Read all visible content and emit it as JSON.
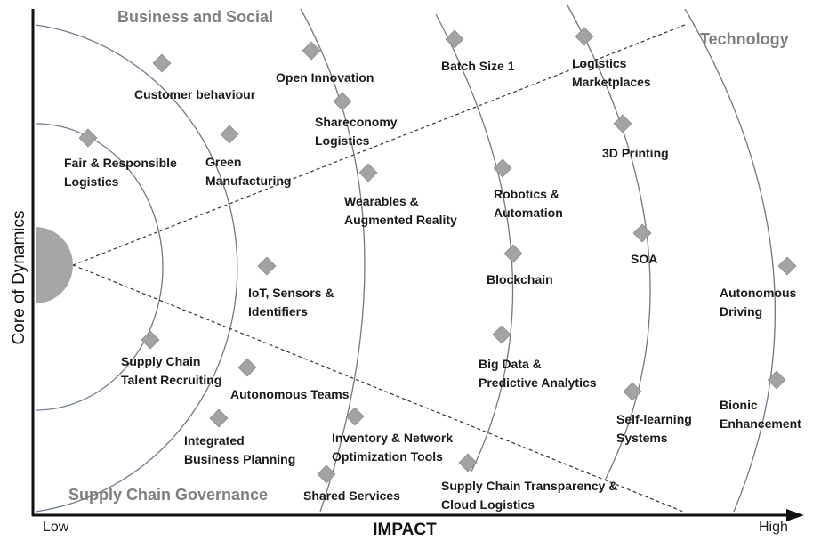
{
  "sectors": {
    "business_social": "Business and Social",
    "technology": "Technology",
    "supply_chain_governance": "Supply Chain Governance"
  },
  "axes": {
    "x_title": "IMPACT",
    "x_low": "Low",
    "x_high": "High",
    "y_title": "Core of Dynamics"
  },
  "trends": [
    {
      "id": "fair-responsible-logistics",
      "label": "Fair & Responsible\nLogistics"
    },
    {
      "id": "customer-behaviour",
      "label": "Customer behaviour"
    },
    {
      "id": "green-manufacturing",
      "label": "Green\nManufacturing"
    },
    {
      "id": "supply-chain-talent-recruiting",
      "label": "Supply Chain\nTalent Recruiting"
    },
    {
      "id": "iot-sensors-identifiers",
      "label": "IoT, Sensors &\nIdentifiers"
    },
    {
      "id": "autonomous-teams",
      "label": "Autonomous Teams"
    },
    {
      "id": "integrated-business-planning",
      "label": "Integrated\nBusiness Planning"
    },
    {
      "id": "open-innovation",
      "label": "Open Innovation"
    },
    {
      "id": "shareconomy-logistics",
      "label": "Shareconomy\nLogistics"
    },
    {
      "id": "wearables-augmented-reality",
      "label": "Wearables &\nAugmented Reality"
    },
    {
      "id": "inventory-network-optimization-tools",
      "label": "Inventory & Network\nOptimization Tools"
    },
    {
      "id": "shared-services",
      "label": "Shared Services"
    },
    {
      "id": "batch-size-1",
      "label": "Batch Size 1"
    },
    {
      "id": "robotics-automation",
      "label": "Robotics &\nAutomation"
    },
    {
      "id": "blockchain",
      "label": "Blockchain"
    },
    {
      "id": "big-data-predictive-analytics",
      "label": "Big Data &\nPredictive Analytics"
    },
    {
      "id": "supply-chain-transparency-cloud-logistics",
      "label": "Supply Chain Transparency &\nCloud Logistics"
    },
    {
      "id": "logistics-marketplaces",
      "label": "Logistics\nMarketplaces"
    },
    {
      "id": "3d-printing",
      "label": "3D Printing"
    },
    {
      "id": "soa",
      "label": "SOA"
    },
    {
      "id": "self-learning-systems",
      "label": "Self-learning\nSystems"
    },
    {
      "id": "autonomous-driving",
      "label": "Autonomous\nDriving"
    },
    {
      "id": "bionic-enhancement",
      "label": "Bionic\nEnhancement"
    }
  ]
}
